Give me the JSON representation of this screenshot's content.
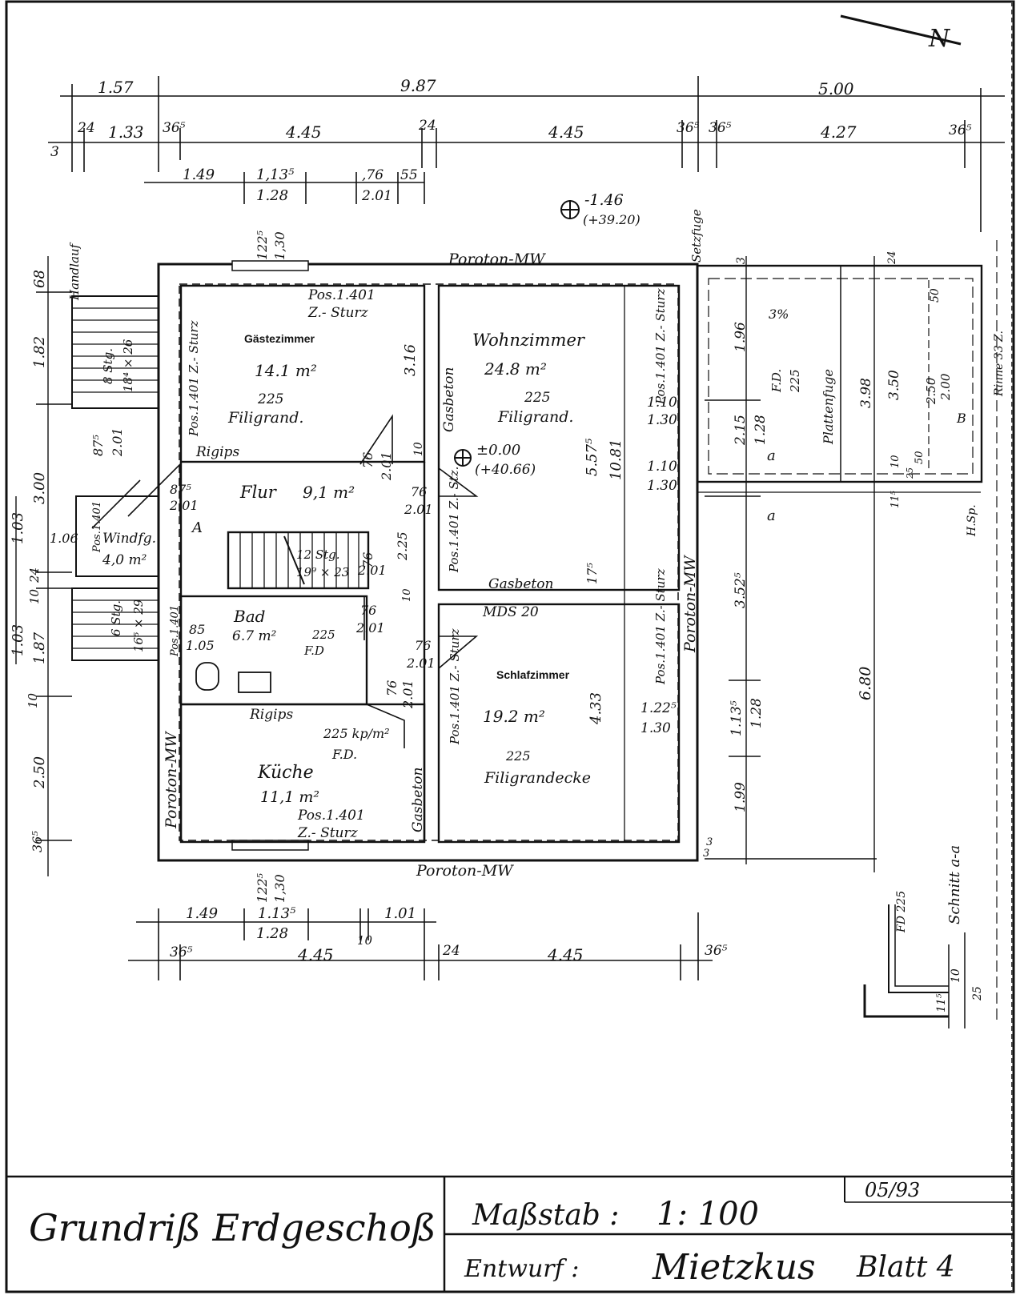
{
  "north_label": "N",
  "dims_top": {
    "row1": [
      "1.57",
      "9.87",
      "5.00"
    ],
    "row2": [
      "24",
      "1.33",
      "36⁵",
      "4.45",
      "24",
      "4.45",
      "36⁵",
      "36⁵",
      "4.27",
      "36⁵",
      "3"
    ],
    "row3": [
      "1.49",
      "1,13⁵",
      "1.28",
      ",76",
      "55",
      "2.01"
    ]
  },
  "dims_bottom": {
    "row1": [
      "1.49",
      "1.13⁵",
      "1.28",
      "1.01",
      "10"
    ],
    "row2": [
      "36⁵",
      "4.45",
      "24",
      "4.45",
      "36⁵"
    ]
  },
  "dims_left": [
    "68",
    "1.82",
    "3.00",
    "1.03",
    "1.06",
    "24",
    "10",
    "1.03",
    "1.87",
    "10",
    "2.50",
    "36⁵"
  ],
  "levels": {
    "terrace": {
      "value": "-1.46",
      "abs": "(+39.20)"
    },
    "living": {
      "value": "±0.00",
      "abs": "(+40.66)"
    }
  },
  "wall_labels": {
    "top": "Poroton-MW",
    "bottom": "Poroton-MW",
    "left": "Poroton-MW",
    "right": "Poroton-MW",
    "setzfuge": "Setzfuge",
    "handlauf": "Handlauf"
  },
  "rooms": [
    {
      "name": "Gästezimmer",
      "area": "14.1 m²",
      "ceiling": "225",
      "ceiling_type": "Filigrand."
    },
    {
      "name": "Wohnzimmer",
      "area": "24.8 m²",
      "ceiling": "225",
      "ceiling_type": "Filigrand."
    },
    {
      "name": "Flur",
      "area": "9,1 m²"
    },
    {
      "name": "Windfg.",
      "area": "4,0 m²"
    },
    {
      "name": "Bad",
      "area": "6.7 m²",
      "ceiling": "225",
      "ceiling_type": "F.D"
    },
    {
      "name": "Küche",
      "area": "11,1 m²",
      "ceiling": "225 kp/m²",
      "ceiling_type": "F.D."
    },
    {
      "name": "Schlafzimmer",
      "area": "19.2 m²",
      "ceiling": "225",
      "ceiling_type": "Filigrandecke"
    }
  ],
  "notes": {
    "sturz_top": [
      "Pos.1.401",
      "Z.- Sturz"
    ],
    "sturz_bottom": [
      "Pos.1.401",
      "Z.- Sturz"
    ],
    "sturz_gast": "Pos.1.401 Z.- Sturz",
    "sturz_living": "Pos.1.401 Z.- Sturz",
    "sturz_flur": "Pos.1.401 Z.- Stz.",
    "sturz_schlaf": "Pos.1.401 Z.- Sturz",
    "sturz_right": "Pos.1.401 Z.- Sturz",
    "rigips1": "Rigips",
    "rigips2": "Rigips",
    "gasbeton1": "Gasbeton",
    "gasbeton2": "Gasbeton",
    "gasbeton3": "Gasbeton",
    "mds": "MDS 20",
    "stairs_main": [
      "12 Stg.",
      "19⁹ × 23"
    ],
    "stairs_ext1": [
      "8 Stg.",
      "18⁴ × 26"
    ],
    "stairs_ext2": [
      "6 Stg.",
      "16⁵ × 29"
    ],
    "pos_windfang": "Pos.1.401",
    "pos_bad": "Pos.1.401",
    "terrace_slope": "3%",
    "terrace_fd": [
      "F.D.",
      "225"
    ],
    "plattenfuge": "Plattenfuge",
    "rinne": "Rinne 33 Z.",
    "hsp": "H.Sp.",
    "section_label": "a",
    "schnitt": "Schnitt a-a",
    "fd225": "FD 225",
    "marker_a": "A",
    "marker_b": "B"
  },
  "opening_dims": {
    "gast_window": [
      "122⁵",
      "1,30"
    ],
    "kuche_window": [
      "122⁵",
      "1,30"
    ],
    "d1": [
      "87⁵",
      "2.01"
    ],
    "d2": [
      "87⁵",
      "2.01"
    ],
    "d3": [
      "76",
      "2.01"
    ],
    "d4": [
      "76",
      "2.01"
    ],
    "d5": [
      "76",
      "2.01"
    ],
    "d6": [
      "76",
      "2.01"
    ],
    "d7": [
      "76",
      "2.01"
    ],
    "d8": [
      "76",
      "2.01"
    ],
    "bad_door": [
      "85",
      "1.05"
    ],
    "living_win1": [
      "1.10",
      "1.30"
    ],
    "living_win2": [
      "1.10",
      "1.30"
    ],
    "schlaf_win": [
      "1.22⁵",
      "1.30"
    ],
    "inner": [
      "3.16",
      "10",
      "2.25",
      "10",
      "17⁵",
      "5.57⁵",
      "10.81",
      "4.33"
    ]
  },
  "right_dims": [
    "3",
    "1.96",
    "2.15",
    "1.28",
    "3.52⁵",
    "1.13⁵",
    "1.28",
    "1.99",
    "3",
    "6.80",
    "3.98",
    "3.50",
    "2.50",
    "2.00",
    "50",
    "24",
    "10",
    "50",
    "11⁵",
    "25",
    "3"
  ],
  "section_dims": [
    "10",
    "11⁵",
    "25"
  ],
  "title_block": {
    "title": "Grundriß Erdgeschoß",
    "scale_label": "Maßstab :",
    "scale_value": "1: 100",
    "date": "05/93",
    "entwurf_label": "Entwurf :",
    "signature": "Mietzkus",
    "sheet": "Blatt 4"
  }
}
